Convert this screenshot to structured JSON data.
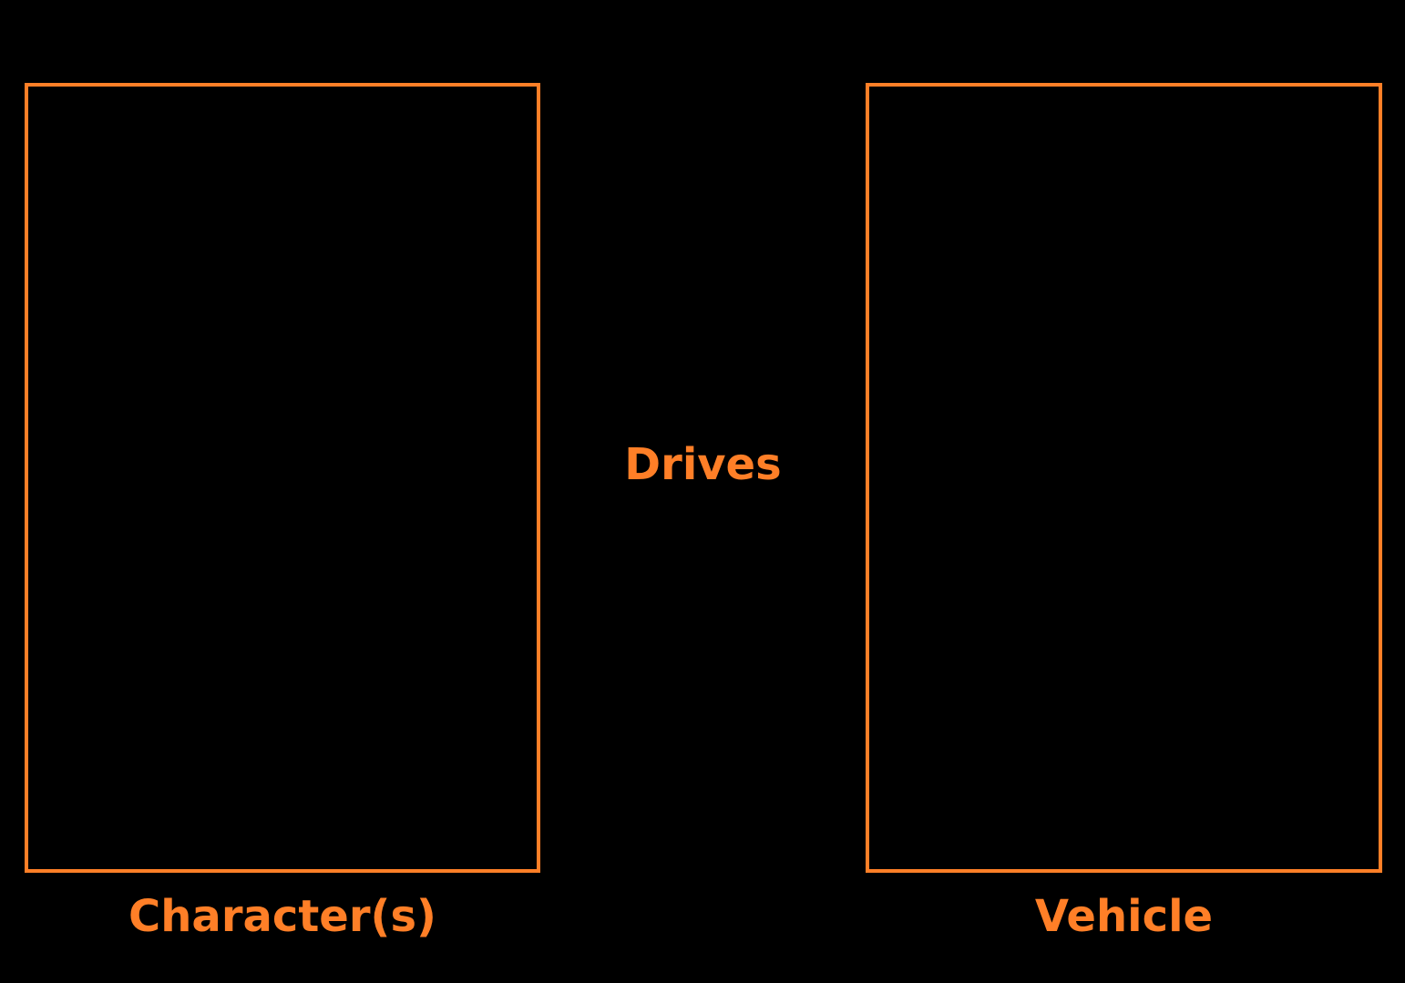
{
  "colors": {
    "background": "#000000",
    "accent": "#ff7f27"
  },
  "panels": {
    "left": {
      "caption": "Character(s)"
    },
    "right": {
      "caption": "Vehicle"
    }
  },
  "connector": {
    "text": "Drives"
  }
}
